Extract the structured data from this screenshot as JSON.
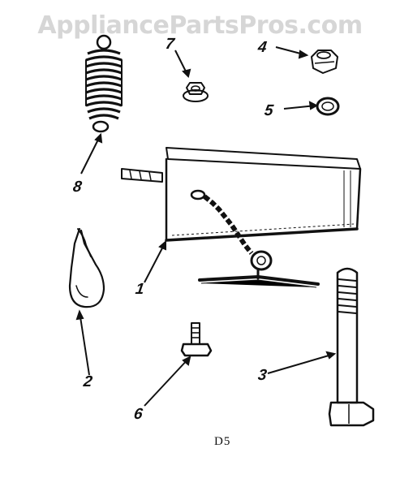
{
  "watermark": "AppliancePartsPros.com",
  "diagram_code": "D5",
  "callouts": {
    "c1": "1",
    "c2": "2",
    "c3": "3",
    "c4": "4",
    "c5": "5",
    "c6": "6",
    "c7": "7",
    "c8": "8"
  }
}
